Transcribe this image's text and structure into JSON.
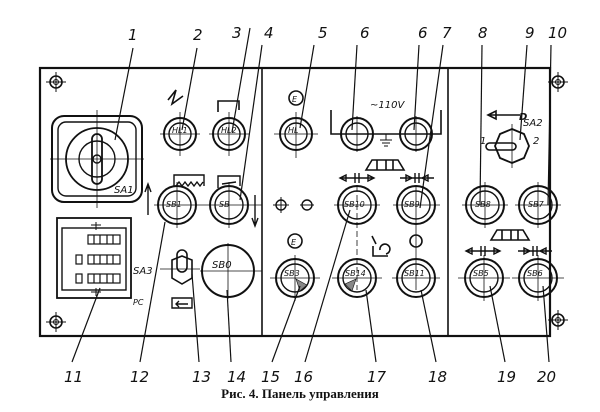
{
  "figure": {
    "caption": "Рис. 4. Панель управления",
    "voltage_label": "~110V",
    "callouts_top": [
      "1",
      "2",
      "3",
      "4",
      "5",
      "6",
      "6",
      "7",
      "8",
      "9",
      "10"
    ],
    "callouts_bottom": [
      "11",
      "12",
      "13",
      "14",
      "15",
      "16",
      "17",
      "18",
      "19",
      "20"
    ]
  },
  "panel": {
    "left_section": {
      "main_switch_label": "SA1",
      "indicator_block_label": "SA3",
      "indicator_block_sublabel": "PC",
      "buttons": [
        {
          "id": "HL1",
          "label": "HL1",
          "symbol": "lightning"
        },
        {
          "id": "HL2",
          "label": "HL2",
          "symbol": "bracket"
        },
        {
          "id": "SB1",
          "label": "SB1",
          "symbol": "spring"
        },
        {
          "id": "SB2",
          "label": "SB",
          "symbol": "bracket-arrow"
        },
        {
          "id": "SB0",
          "label": "SB0",
          "symbol": "emergency-stop"
        }
      ]
    },
    "middle_section": {
      "buttons": [
        {
          "id": "HL3",
          "label": "HL",
          "symbol": "E"
        },
        {
          "id": "sock1",
          "label": "",
          "symbol": "socket"
        },
        {
          "id": "sock2",
          "label": "",
          "symbol": "socket"
        },
        {
          "id": "SB10",
          "label": "SB10",
          "symbol": "arrows-out"
        },
        {
          "id": "SB9",
          "label": "SB9",
          "symbol": "arrows-in"
        },
        {
          "id": "SB3",
          "label": "SB3",
          "symbol": "E"
        },
        {
          "id": "SB14",
          "label": "SB14",
          "symbol": "coolant"
        },
        {
          "id": "SB11",
          "label": "SB11",
          "symbol": "circle"
        }
      ]
    },
    "right_section": {
      "selector_label": "SA2",
      "selector_positions": [
        "1",
        "2"
      ],
      "buttons": [
        {
          "id": "SB8",
          "label": "SB8"
        },
        {
          "id": "SB7",
          "label": "SB7"
        },
        {
          "id": "SB5",
          "label": "SB5",
          "symbol": "arrows-out"
        },
        {
          "id": "SB6",
          "label": "SB6",
          "symbol": "arrows-in"
        }
      ]
    }
  }
}
